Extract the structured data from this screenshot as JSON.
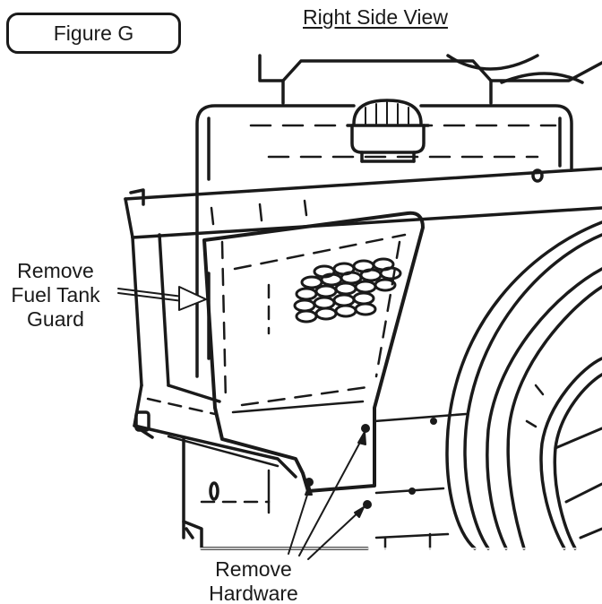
{
  "figure": {
    "label": "Figure G",
    "view_title": "Right Side View"
  },
  "callouts": {
    "fuel_tank_guard": {
      "line1": "Remove",
      "line2": "Fuel Tank",
      "line3": "Guard"
    },
    "hardware": {
      "line1": "Remove",
      "line2": "Hardware"
    }
  },
  "colors": {
    "ink": "#1a1a1a",
    "background": "#ffffff"
  }
}
